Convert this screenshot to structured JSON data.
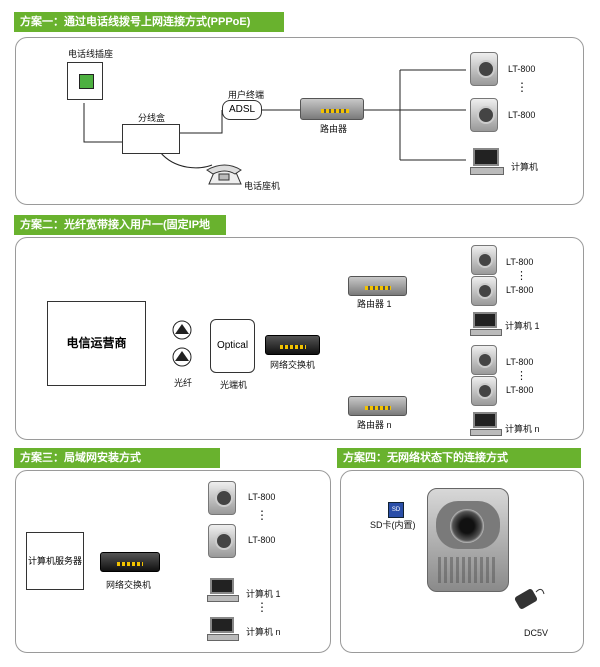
{
  "scheme1": {
    "title": "方案一：通过电话线拨号上网连接方式(PPPoE)",
    "wall_jack": "电话线插座",
    "splitter": "分线盒",
    "user_end": "用户终端",
    "adsl": "ADSL",
    "router": "路由器",
    "phone": "电话座机",
    "cam1": "LT-800",
    "cam2": "LT-800",
    "dots": "⋮",
    "computer": "计算机"
  },
  "scheme2": {
    "title": "方案二：光纤宽带接入用户一(固定IP地址)",
    "isp": "电信运营商",
    "fiber": "光纤",
    "optical": "Optical",
    "optical_term": "光端机",
    "switch": "网络交换机",
    "router1": "路由器 1",
    "routern": "路由器 n",
    "cam_a1": "LT-800",
    "cam_a2": "LT-800",
    "pc1": "计算机 1",
    "cam_b1": "LT-800",
    "cam_b2": "LT-800",
    "pcn": "计算机 n",
    "dots": "⋮"
  },
  "scheme3": {
    "title": "方案三：局域网安装方式",
    "server": "计算机服务器",
    "switch": "网络交换机",
    "cam1": "LT-800",
    "cam2": "LT-800",
    "pc1": "计算机 1",
    "pcn": "计算机 n",
    "dots": "⋮"
  },
  "scheme4": {
    "title": "方案四：无网络状态下的连接方式",
    "sd": "SD卡(内置)",
    "dc": "DC5V",
    "sd_card_label": "SD"
  },
  "colors": {
    "accent": "#69b22e",
    "border": "#9a9a9a"
  }
}
